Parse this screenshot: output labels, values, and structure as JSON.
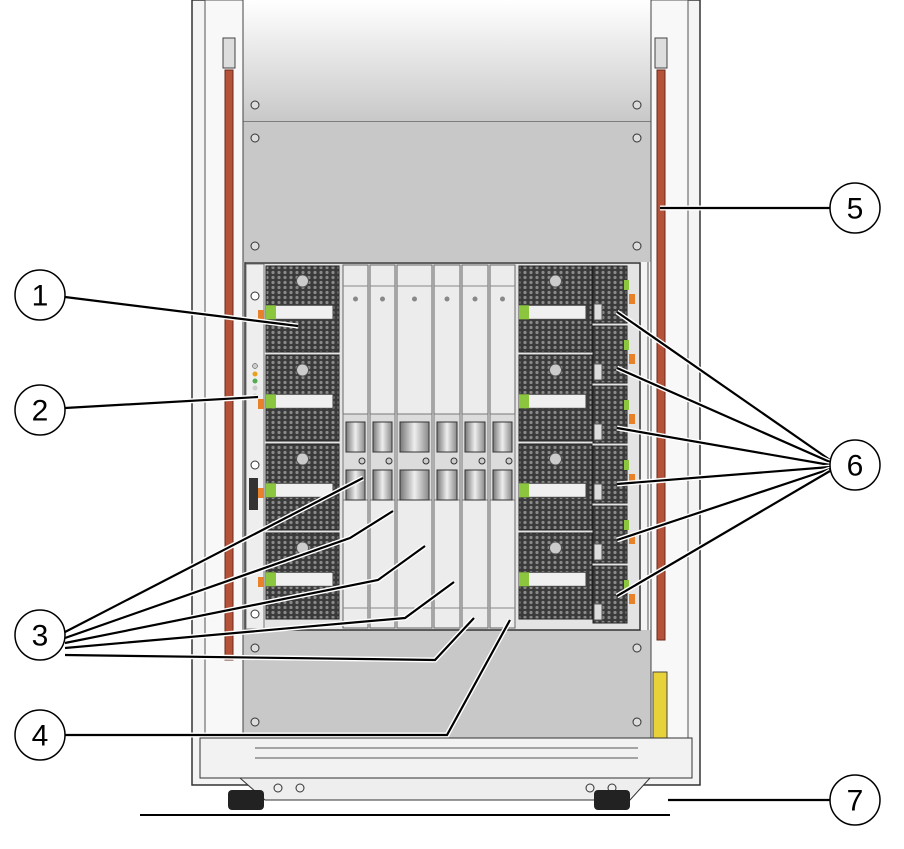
{
  "figure": {
    "callouts": [
      {
        "label": "1"
      },
      {
        "label": "2"
      },
      {
        "label": "3"
      },
      {
        "label": "4"
      },
      {
        "label": "5"
      },
      {
        "label": "6"
      },
      {
        "label": "7"
      }
    ],
    "colors": {
      "frame": "#f2f2f2",
      "panel": "#c8c8c8",
      "chassis": "#e4e4e4",
      "grille": "#2a2a2a",
      "green_handle": "#8cc63f",
      "orange_label": "#e8822a",
      "rail_red": "#b5533a",
      "yellow_tag": "#e8d23a"
    }
  }
}
